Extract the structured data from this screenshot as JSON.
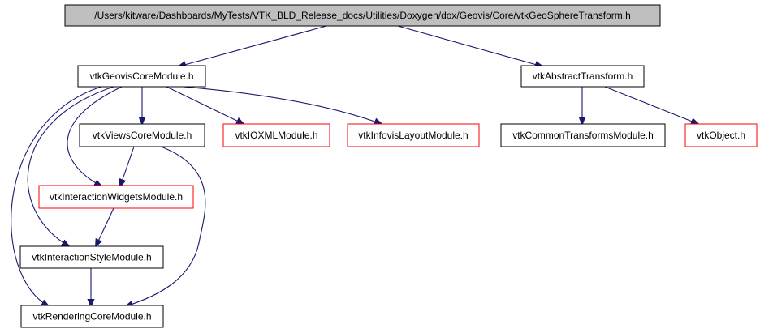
{
  "colors": {
    "root_fill": "#bfbfbf",
    "node_fill": "#ffffff",
    "documented_border": "#000000",
    "undocumented_border": "#ff0000",
    "edge": "#191970",
    "text": "#000000"
  },
  "nodes": {
    "root": {
      "label": "/Users/kitware/Dashboards/MyTests/VTK_BLD_Release_docs/Utilities/Doxygen/dox/Geovis/Core/vtkGeoSphereTransform.h",
      "documented": true
    },
    "geovis": {
      "label": "vtkGeovisCoreModule.h",
      "documented": true
    },
    "abstract": {
      "label": "vtkAbstractTransform.h",
      "documented": true
    },
    "views": {
      "label": "vtkViewsCoreModule.h",
      "documented": true
    },
    "ioxml": {
      "label": "vtkIOXMLModule.h",
      "documented": false
    },
    "infovis": {
      "label": "vtkInfovisLayoutModule.h",
      "documented": false
    },
    "common": {
      "label": "vtkCommonTransformsModule.h",
      "documented": true
    },
    "object": {
      "label": "vtkObject.h",
      "documented": false
    },
    "widgets": {
      "label": "vtkInteractionWidgetsModule.h",
      "documented": false
    },
    "style": {
      "label": "vtkInteractionStyleModule.h",
      "documented": true
    },
    "rendering": {
      "label": "vtkRenderingCoreModule.h",
      "documented": true
    }
  },
  "edges": [
    {
      "from": "root",
      "to": "geovis"
    },
    {
      "from": "root",
      "to": "abstract"
    },
    {
      "from": "geovis",
      "to": "views"
    },
    {
      "from": "geovis",
      "to": "ioxml"
    },
    {
      "from": "geovis",
      "to": "infovis"
    },
    {
      "from": "geovis",
      "to": "widgets"
    },
    {
      "from": "geovis",
      "to": "style"
    },
    {
      "from": "geovis",
      "to": "rendering"
    },
    {
      "from": "abstract",
      "to": "common"
    },
    {
      "from": "abstract",
      "to": "object"
    },
    {
      "from": "views",
      "to": "widgets"
    },
    {
      "from": "views",
      "to": "rendering"
    },
    {
      "from": "widgets",
      "to": "style"
    },
    {
      "from": "style",
      "to": "rendering"
    }
  ]
}
